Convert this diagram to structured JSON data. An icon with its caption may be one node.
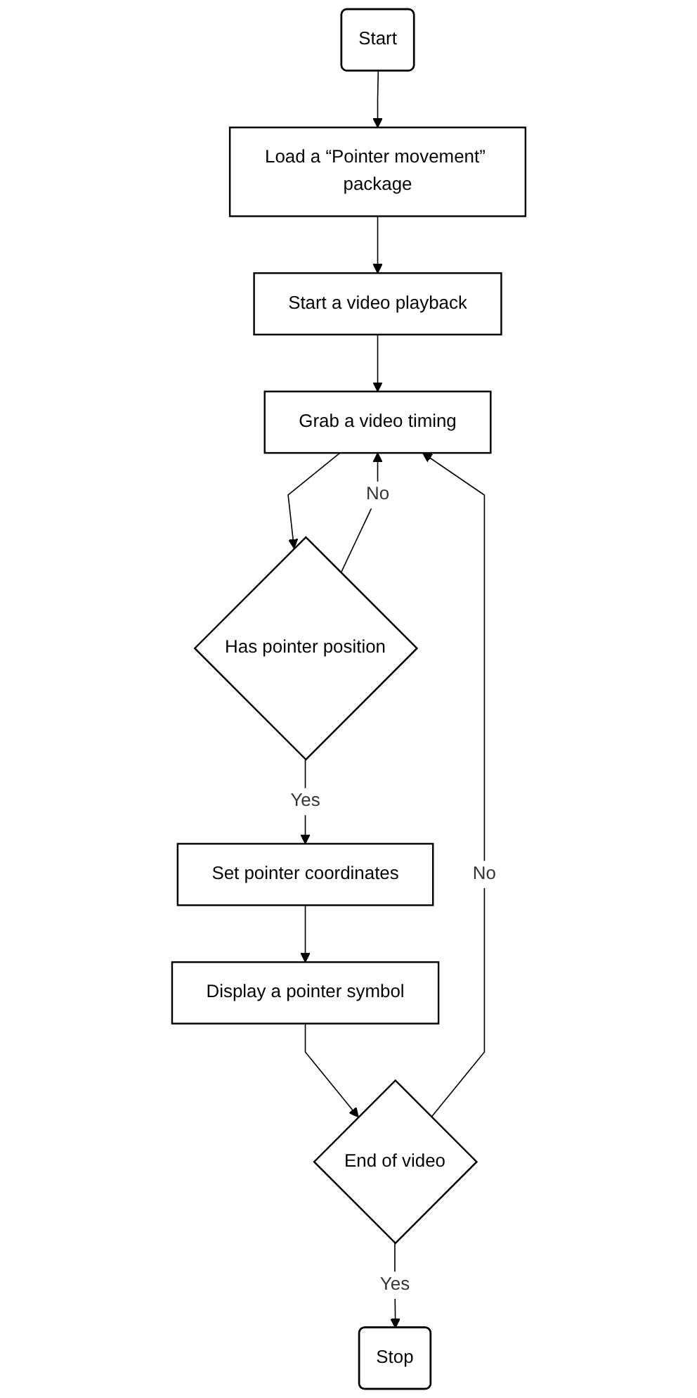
{
  "diagram": {
    "nodes": [
      {
        "text": [
          "Start"
        ]
      },
      {
        "text": [
          "Load a “Pointer movement” package"
        ]
      },
      {
        "text": [
          "Start a video playback"
        ]
      },
      {
        "text": [
          "Grab a video timing"
        ]
      },
      {
        "text": [
          "Has pointer position"
        ]
      },
      {
        "text": [
          "Set pointer coordinates"
        ]
      },
      {
        "text": [
          "Display a pointer symbol"
        ]
      },
      {
        "text": [
          "End of video"
        ]
      },
      {
        "text": [
          "Stop"
        ]
      }
    ],
    "edges": [
      {
        "from": 0,
        "to": 1,
        "arrow": "to"
      },
      {
        "from": 1,
        "to": 2,
        "arrow": "to"
      },
      {
        "from": 2,
        "to": 3,
        "arrow": "to"
      },
      {
        "from": 3,
        "to": 4,
        "arrow": "to"
      },
      {
        "from": 4,
        "to": 5,
        "label": "Yes",
        "arrow": "to"
      },
      {
        "from": 5,
        "to": 6,
        "arrow": "to"
      },
      {
        "from": 6,
        "to": 7,
        "arrow": "to"
      },
      {
        "from": 7,
        "to": 8,
        "label": "Yes",
        "arrow": "to"
      },
      {
        "from": 7,
        "to": 3,
        "label": "No",
        "arrow": "to"
      },
      {
        "from": 4,
        "to": 3,
        "label": "No",
        "arrow": "to"
      }
    ]
  }
}
